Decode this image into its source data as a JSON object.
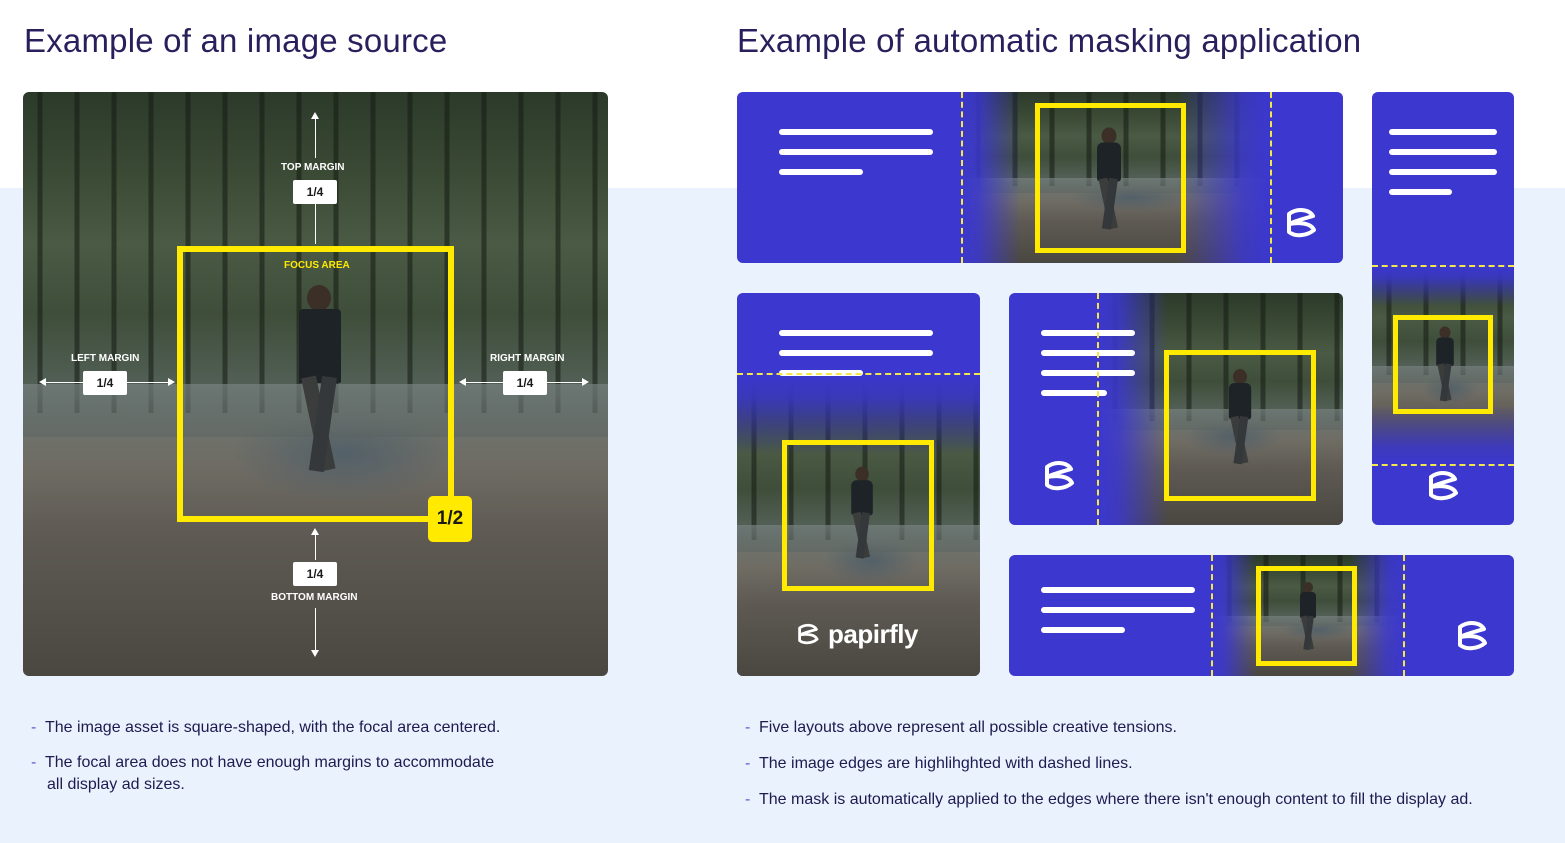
{
  "headings": {
    "left": "Example of an image source",
    "right": "Example of automatic masking application"
  },
  "source_image": {
    "top_margin_label": "TOP MARGIN",
    "top_margin_value": "1/4",
    "bottom_margin_label": "BOTTOM MARGIN",
    "bottom_margin_value": "1/4",
    "left_margin_label": "LEFT MARGIN",
    "left_margin_value": "1/4",
    "right_margin_label": "RIGHT MARGIN",
    "right_margin_value": "1/4",
    "focus_area_label": "FOCUS AREA",
    "focus_area_size": "1/2"
  },
  "brand": {
    "wordmark": "papirfly",
    "icon": "papirfly-logo-icon"
  },
  "colors": {
    "accent_yellow": "#ffea00",
    "ad_blue": "#3b37cf",
    "dash_yellow": "#f4e74a",
    "heading": "#2a1f5c",
    "band": "#eaf2fd"
  },
  "notes_left": [
    "The image asset is square-shaped, with the focal area centered.",
    "The focal area does not have enough margins to accommodate",
    "all display ad sizes."
  ],
  "notes_right": [
    "Five layouts above represent all possible creative tensions.",
    "The image edges are highlihghted with dashed lines.",
    "The mask is automatically applied to the edges where there isn't enough content to fill the display ad."
  ],
  "bullet_dash": "-"
}
